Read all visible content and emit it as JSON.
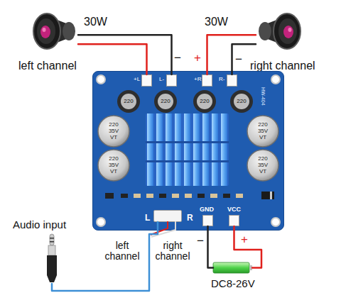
{
  "diagram": {
    "nodes": [
      {
        "text": [
          "30W",
          "left channel"
        ]
      },
      {
        "text": [
          "30W",
          "right channel"
        ]
      },
      {
        "text": [
          "HW-404"
        ]
      },
      {
        "text": [
          "+L"
        ],
        "in": 2
      },
      {
        "text": [
          "L-"
        ],
        "in": 2
      },
      {
        "text": [
          "+R"
        ],
        "in": 2
      },
      {
        "text": [
          "R-"
        ],
        "in": 2
      },
      {
        "text": [
          "L",
          "R"
        ],
        "in": 2
      },
      {
        "text": [
          "GND"
        ],
        "in": 2
      },
      {
        "text": [
          "VCC"
        ],
        "in": 2
      },
      {
        "text": [
          "DC8-26V"
        ]
      },
      {
        "text": [
          "Audio input"
        ]
      }
    ],
    "edges": [
      {
        "from": 0,
        "to": 3,
        "arrow": "none"
      },
      {
        "from": 0,
        "to": 4,
        "arrow": "none",
        "label": "−"
      },
      {
        "from": 1,
        "to": 5,
        "arrow": "none",
        "label": "+"
      },
      {
        "from": 1,
        "to": 6,
        "arrow": "none",
        "label": "−"
      },
      {
        "from": 8,
        "to": 10,
        "arrow": "none",
        "label": "−"
      },
      {
        "from": 9,
        "to": 10,
        "arrow": "none",
        "label": "+"
      },
      {
        "from": 11,
        "to": 7,
        "arrow": "none"
      }
    ],
    "labels": [
      "220",
      "220",
      "220",
      "220",
      "220",
      "35V",
      "VT",
      "220",
      "35V",
      "VT",
      "220",
      "35V",
      "VT",
      "220",
      "35V",
      "VT",
      "left channel",
      "right channel"
    ]
  }
}
